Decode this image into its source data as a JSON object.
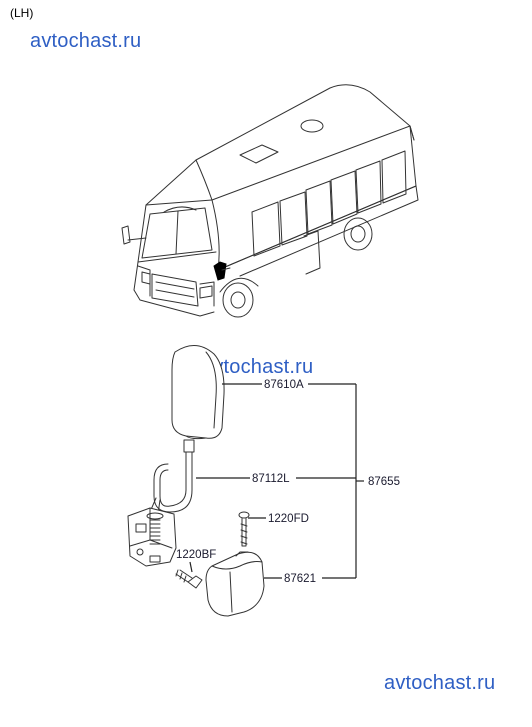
{
  "side_label": "(LH)",
  "watermarks": [
    "avtochast.ru",
    "avtochast.ru",
    "avtochast.ru"
  ],
  "parts": {
    "mirror_head": "87610A",
    "mirror_arm": "87112L",
    "mirror_assy": "87655",
    "screw": "1220FD",
    "bolt": "1220BF",
    "cover": "87621"
  }
}
